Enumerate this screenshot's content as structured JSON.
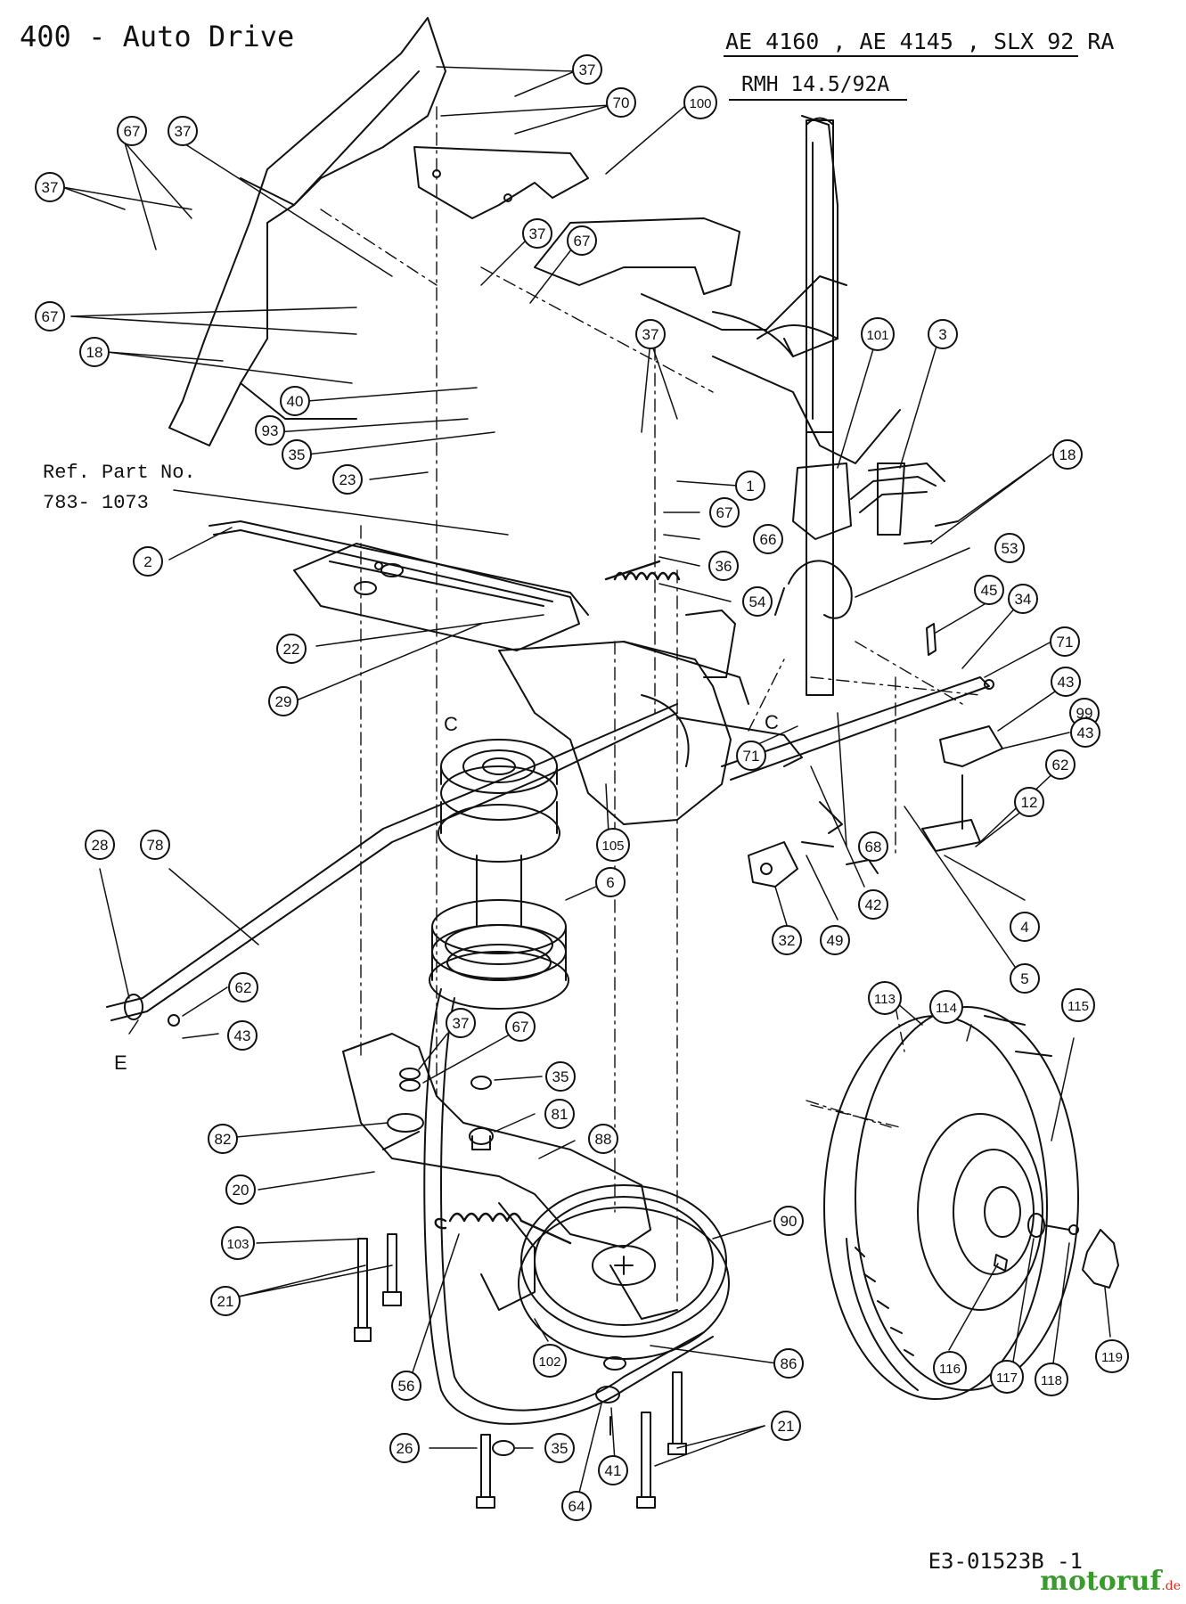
{
  "header": {
    "title": "400 - Auto Drive",
    "models_line1": "AE 4160 , AE 4145 , SLX 92 RA",
    "models_line2": "RMH 14.5/92A"
  },
  "reference": {
    "line1": "Ref. Part No.",
    "line2": "783- 1073"
  },
  "letter_markers": [
    "C",
    "C",
    "E"
  ],
  "drawing_number": "E3-01523B -1",
  "brand": {
    "name": "motoruf",
    "suffix": ".de",
    "name_color": "#3a9a2e",
    "suffix_color": "#e2261a"
  },
  "callouts": [
    {
      "n": "37"
    },
    {
      "n": "70"
    },
    {
      "n": "100"
    },
    {
      "n": "67"
    },
    {
      "n": "37"
    },
    {
      "n": "37"
    },
    {
      "n": "37"
    },
    {
      "n": "67"
    },
    {
      "n": "67"
    },
    {
      "n": "18"
    },
    {
      "n": "40"
    },
    {
      "n": "93"
    },
    {
      "n": "35"
    },
    {
      "n": "23"
    },
    {
      "n": "37"
    },
    {
      "n": "101"
    },
    {
      "n": "3"
    },
    {
      "n": "18"
    },
    {
      "n": "1"
    },
    {
      "n": "67"
    },
    {
      "n": "66"
    },
    {
      "n": "36"
    },
    {
      "n": "53"
    },
    {
      "n": "54"
    },
    {
      "n": "2"
    },
    {
      "n": "22"
    },
    {
      "n": "29"
    },
    {
      "n": "45"
    },
    {
      "n": "34"
    },
    {
      "n": "71"
    },
    {
      "n": "43"
    },
    {
      "n": "99"
    },
    {
      "n": "43"
    },
    {
      "n": "62"
    },
    {
      "n": "12"
    },
    {
      "n": "4"
    },
    {
      "n": "5"
    },
    {
      "n": "71"
    },
    {
      "n": "105"
    },
    {
      "n": "68"
    },
    {
      "n": "42"
    },
    {
      "n": "49"
    },
    {
      "n": "32"
    },
    {
      "n": "6"
    },
    {
      "n": "28"
    },
    {
      "n": "78"
    },
    {
      "n": "62"
    },
    {
      "n": "43"
    },
    {
      "n": "37"
    },
    {
      "n": "67"
    },
    {
      "n": "35"
    },
    {
      "n": "81"
    },
    {
      "n": "88"
    },
    {
      "n": "82"
    },
    {
      "n": "20"
    },
    {
      "n": "103"
    },
    {
      "n": "90"
    },
    {
      "n": "21"
    },
    {
      "n": "102"
    },
    {
      "n": "86"
    },
    {
      "n": "56"
    },
    {
      "n": "26"
    },
    {
      "n": "35"
    },
    {
      "n": "41"
    },
    {
      "n": "64"
    },
    {
      "n": "21"
    },
    {
      "n": "113"
    },
    {
      "n": "114"
    },
    {
      "n": "115"
    },
    {
      "n": "116"
    },
    {
      "n": "117"
    },
    {
      "n": "118"
    },
    {
      "n": "119"
    }
  ]
}
